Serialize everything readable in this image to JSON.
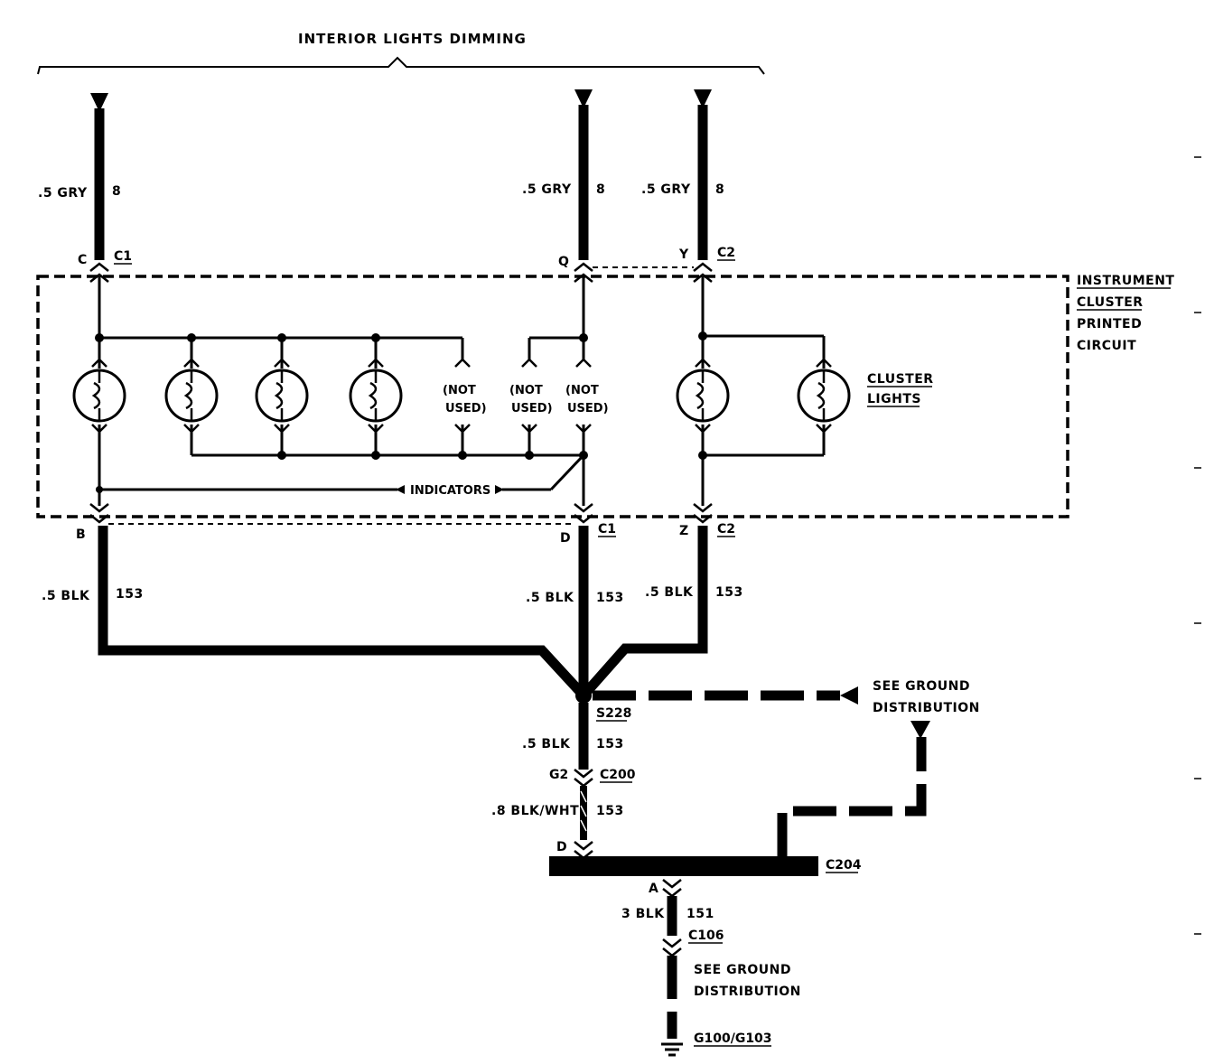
{
  "title": "INTERIOR LIGHTS DIMMING",
  "cluster_box": {
    "line1": "INSTRUMENT",
    "line2": "CLUSTER",
    "line3": "PRINTED",
    "line4": "CIRCUIT"
  },
  "cluster_lights": {
    "line1": "CLUSTER",
    "line2": "LIGHTS"
  },
  "indicators": "INDICATORS",
  "not_used": {
    "line1": "(NOT",
    "line2": "USED)"
  },
  "top_wires": [
    {
      "gauge": ".5 GRY",
      "circuit": "8",
      "pin": "C",
      "connector": "C1"
    },
    {
      "gauge": ".5 GRY",
      "circuit": "8",
      "pin": "Q",
      "connector": ""
    },
    {
      "gauge": ".5 GRY",
      "circuit": "8",
      "pin": "Y",
      "connector": "C2"
    }
  ],
  "bottom_wires": [
    {
      "gauge": ".5 BLK",
      "circuit": "153",
      "pin": "B",
      "connector": ""
    },
    {
      "gauge": ".5 BLK",
      "circuit": "153",
      "pin": "D",
      "connector": "C1"
    },
    {
      "gauge": ".5 BLK",
      "circuit": "153",
      "pin": "Z",
      "connector": "C2"
    }
  ],
  "splice": "S228",
  "see_ground_1": {
    "line1": "SEE GROUND",
    "line2": "DISTRIBUTION"
  },
  "lower_wire1": {
    "gauge": ".5 BLK",
    "circuit": "153"
  },
  "c200": {
    "pin": "G2",
    "connector": "C200"
  },
  "lower_wire2": {
    "gauge": ".8 BLK/WHT",
    "circuit": "153"
  },
  "c204": {
    "pin": "D",
    "connector": "C204"
  },
  "pin_a": "A",
  "lower_wire3": {
    "gauge": "3 BLK",
    "circuit": "151"
  },
  "c106": "C106",
  "see_ground_2": {
    "line1": "SEE GROUND",
    "line2": "DISTRIBUTION"
  },
  "ground": "G100/G103"
}
